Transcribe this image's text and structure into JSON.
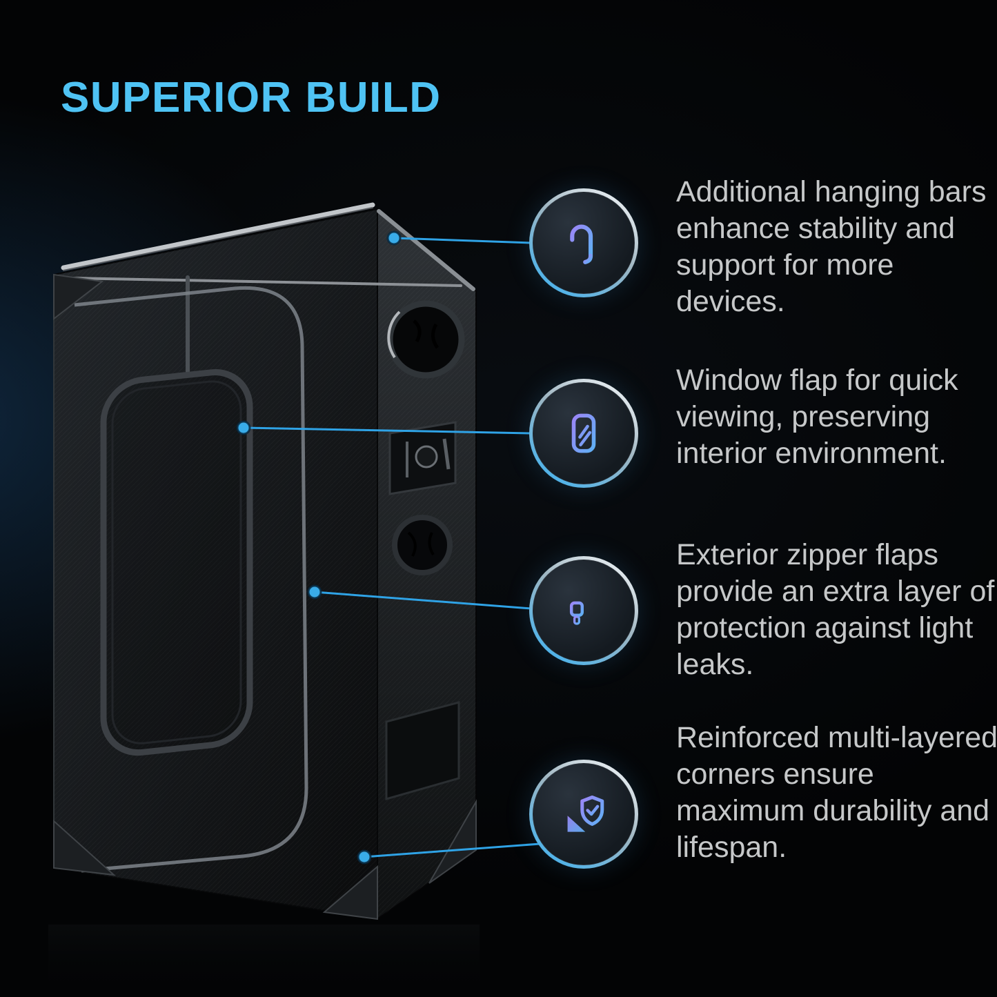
{
  "page": {
    "title": "SUPERIOR BUILD"
  },
  "colors": {
    "accent_blue": "#4fc3f4",
    "icon_purple": "#9b86f7",
    "icon_blue": "#5fb0f4",
    "text_gray": "#c6c8c9",
    "connector_blue": "#2fa3e6"
  },
  "features": [
    {
      "icon": "hook-icon",
      "text": "Additional hanging bars enhance stability and support for more devices."
    },
    {
      "icon": "window-flap-icon",
      "text": "Window flap for quick viewing, preserving interior environment."
    },
    {
      "icon": "zipper-icon",
      "text": "Exterior zipper flaps provide an extra layer of protection against light leaks."
    },
    {
      "icon": "shield-corner-icon",
      "text": "Reinforced multi-layered corners ensure maximum durability and lifespan."
    }
  ]
}
